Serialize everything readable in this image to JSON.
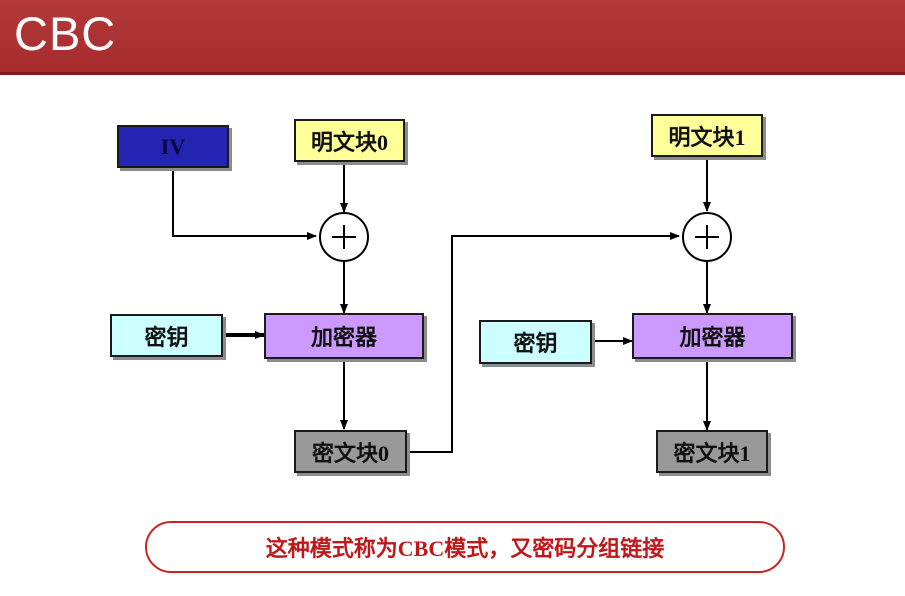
{
  "slide": {
    "title": "CBC"
  },
  "diagram": {
    "iv_label": "IV",
    "plaintext_0": "明文块0",
    "plaintext_1": "明文块1",
    "key_0": "密钥",
    "key_1": "密钥",
    "encryptor_0": "加密器",
    "encryptor_1": "加密器",
    "ciphertext_0": "密文块0",
    "ciphertext_1": "密文块1",
    "xor_symbol": "+"
  },
  "caption": "这种模式称为CBC模式，又密码分组链接",
  "colors": {
    "banner": "#a52b2d",
    "iv_fill": "#2424b3",
    "plaintext_fill": "#ffff99",
    "key_fill": "#ccffff",
    "encryptor_fill": "#cc99ff",
    "ciphertext_fill": "#999999",
    "caption_border": "#cc2222"
  }
}
